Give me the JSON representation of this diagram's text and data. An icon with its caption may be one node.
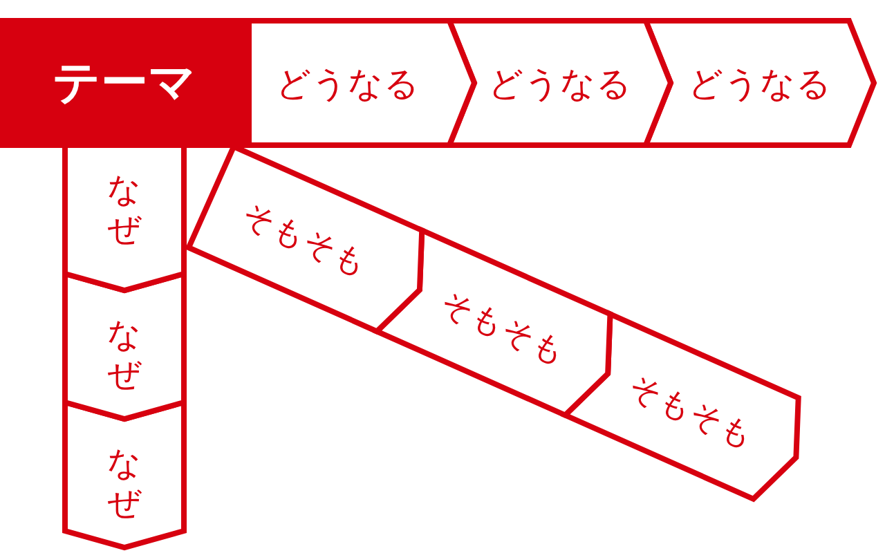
{
  "diagram": {
    "nodes": [
      {
        "text": [
          "テーマ"
        ]
      },
      {
        "text": [
          "どうなる"
        ]
      },
      {
        "text": [
          "どうなる"
        ]
      },
      {
        "text": [
          "どうなる"
        ]
      },
      {
        "text": [
          "なぜ"
        ]
      },
      {
        "text": [
          "なぜ"
        ]
      },
      {
        "text": [
          "なぜ"
        ]
      },
      {
        "text": [
          "そもそも"
        ]
      },
      {
        "text": [
          "そもそも"
        ]
      },
      {
        "text": [
          "そもそも"
        ]
      }
    ]
  }
}
